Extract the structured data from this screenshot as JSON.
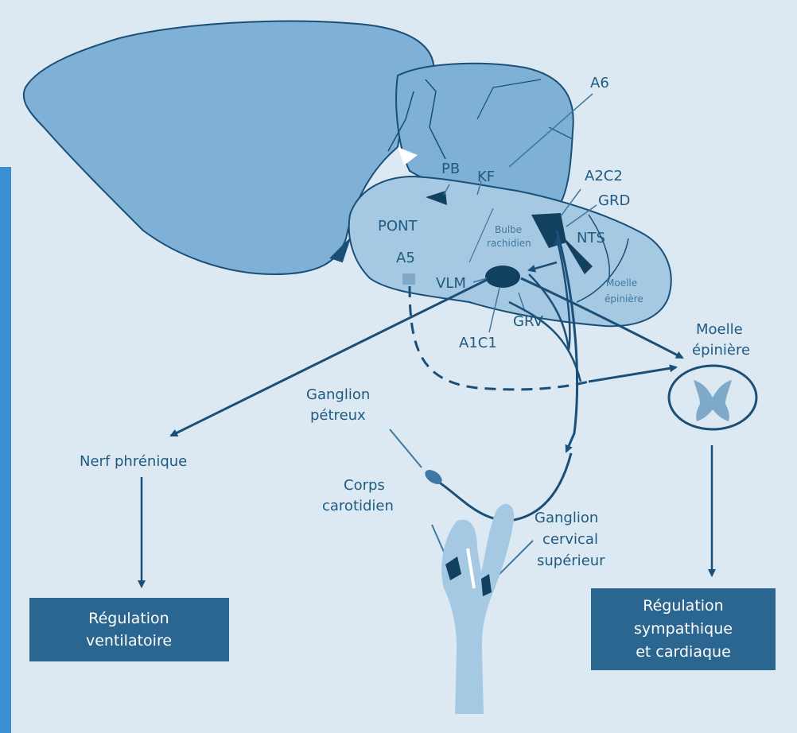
{
  "labels": {
    "a6": "A6",
    "pb": "PB",
    "kf": "KF",
    "a2c2": "A2C2",
    "grd": "GRD",
    "pont": "PONT",
    "a5": "A5",
    "bulbe_line1": "Bulbe",
    "bulbe_line2": "rachidien",
    "nts": "NTS",
    "vlm": "VLM",
    "moelle_small_line1": "Moelle",
    "moelle_small_line2": "épinière",
    "a1c1": "A1C1",
    "grv": "GRV",
    "moelle_line1": "Moelle",
    "moelle_line2": "épinière",
    "ganglion_petreux_line1": "Ganglion",
    "ganglion_petreux_line2": "pétreux",
    "nerf_phrenique": "Nerf phrénique",
    "corps_carotidien_line1": "Corps",
    "corps_carotidien_line2": "carotidien",
    "ganglion_cervical_line1": "Ganglion",
    "ganglion_cervical_line2": "cervical",
    "ganglion_cervical_line3": "supérieur"
  },
  "boxes": {
    "ventilatoire_line1": "Régulation",
    "ventilatoire_line2": "ventilatoire",
    "sympathique_line1": "Régulation",
    "sympathique_line2": "sympathique",
    "sympathique_line3": "et cardiaque"
  },
  "colors": {
    "background": "#dce9f2",
    "brain": "#7fb0d6",
    "brainstem": "#a6c9e3",
    "dark": "#1a4f78",
    "box": "#2b6691",
    "left_strip": "#3a8fd0"
  }
}
